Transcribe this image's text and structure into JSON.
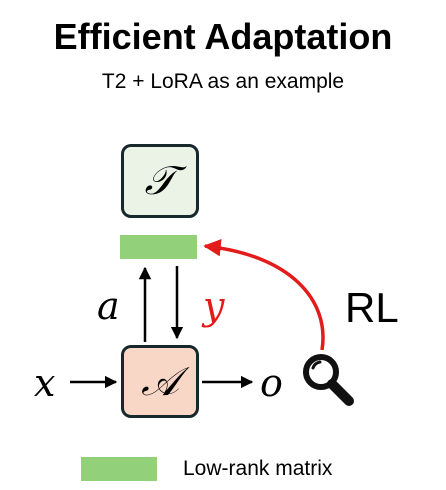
{
  "title": "Efficient Adaptation",
  "subtitle": "T2 + LoRA as an example",
  "nodes": {
    "transformer": {
      "label": "𝒯",
      "fill": "#eaf3e6"
    },
    "agent": {
      "label": "𝒜",
      "fill": "#f8d7c7"
    }
  },
  "lora_color": "#92d07a",
  "labels": {
    "a": "a",
    "y": "y",
    "x": "x",
    "o": "o",
    "rl": "RL"
  },
  "colors": {
    "feedback_arrow": "#e41b1b",
    "y_label": "#e41b1b",
    "box_border": "#16282c"
  },
  "legend": {
    "label": "Low-rank matrix"
  }
}
